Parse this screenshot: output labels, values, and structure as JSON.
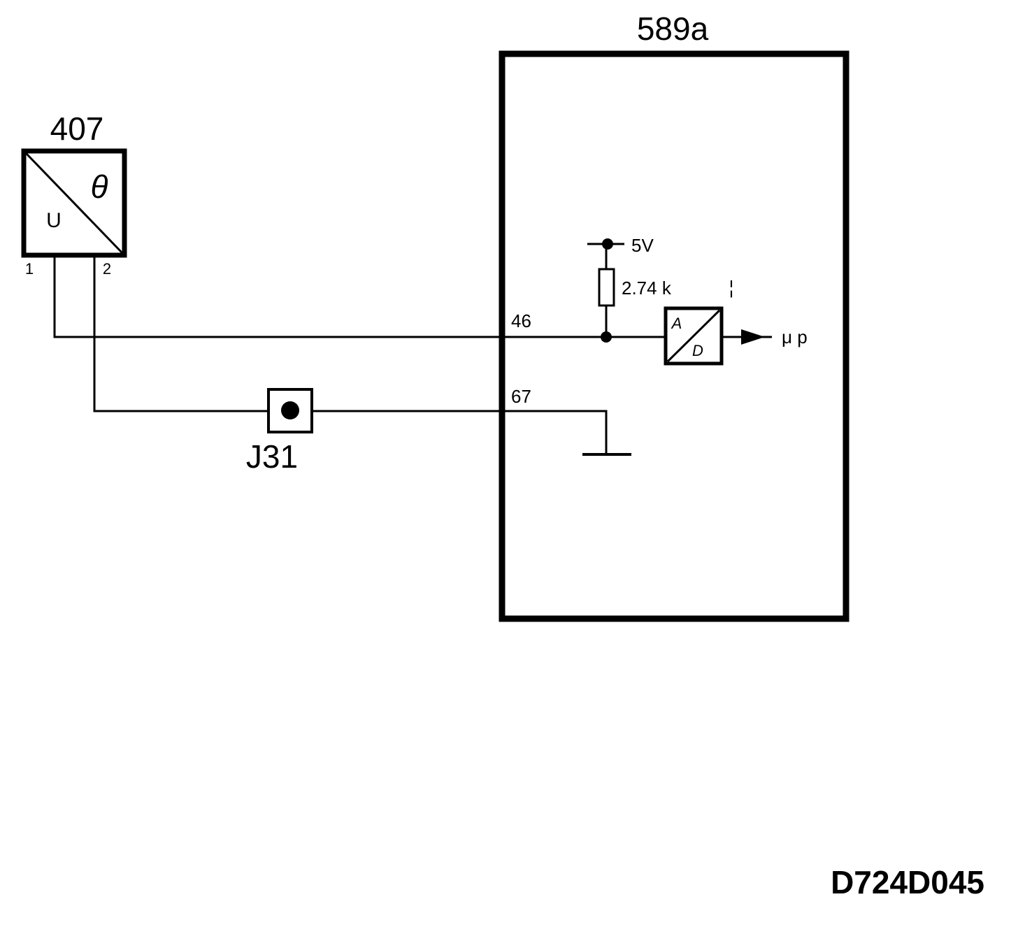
{
  "diagram": {
    "drawing_id": "D724D045",
    "ecu": {
      "label": "589a",
      "pins": {
        "signal": "46",
        "ground": "67"
      }
    },
    "sensor": {
      "label": "407",
      "symbol_left": "U",
      "symbol_right": "θ",
      "pin_1": "1",
      "pin_2": "2"
    },
    "connector": {
      "label": "J31"
    },
    "supply": {
      "label": "5V"
    },
    "resistor": {
      "label": "2.74 k"
    },
    "adc": {
      "input_label": "A",
      "output_label": "D"
    },
    "output": {
      "label": "μ p"
    },
    "marker": {
      "label": "¦"
    },
    "colors": {
      "line": "#000000",
      "background": "#ffffff"
    }
  }
}
